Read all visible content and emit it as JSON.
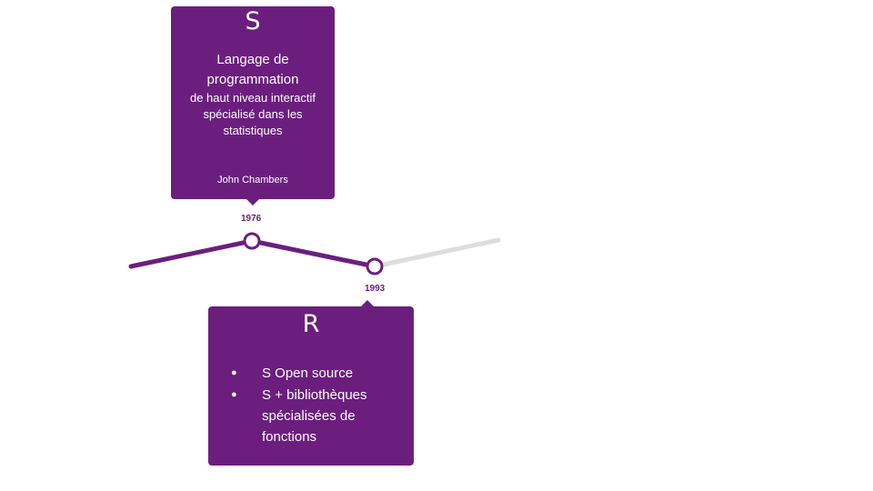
{
  "colors": {
    "accent": "#6b1e7e",
    "track_future": "#dddddd"
  },
  "events": [
    {
      "year": "1976",
      "title": "S",
      "lines": [
        "Langage de programmation",
        "de haut niveau interactif spécialisé dans les statistiques"
      ],
      "author": "John Chambers"
    },
    {
      "year": "1993",
      "title": "R",
      "bullets": [
        "S Open source",
        "S + bibliothèques spécialisées de fonctions"
      ]
    }
  ]
}
